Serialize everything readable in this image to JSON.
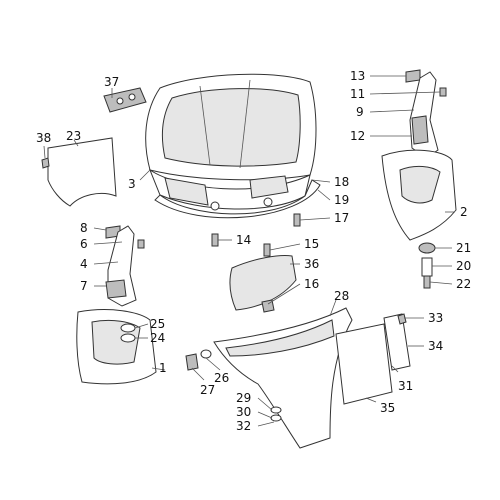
{
  "callouts": [
    {
      "id": "1",
      "label": "1"
    },
    {
      "id": "2",
      "label": "2"
    },
    {
      "id": "3",
      "label": "3"
    },
    {
      "id": "4",
      "label": "4"
    },
    {
      "id": "6",
      "label": "6"
    },
    {
      "id": "7",
      "label": "7"
    },
    {
      "id": "8",
      "label": "8"
    },
    {
      "id": "9",
      "label": "9"
    },
    {
      "id": "11",
      "label": "11"
    },
    {
      "id": "12",
      "label": "12"
    },
    {
      "id": "13",
      "label": "13"
    },
    {
      "id": "14",
      "label": "14"
    },
    {
      "id": "15",
      "label": "15"
    },
    {
      "id": "16",
      "label": "16"
    },
    {
      "id": "17",
      "label": "17"
    },
    {
      "id": "18",
      "label": "18"
    },
    {
      "id": "19",
      "label": "19"
    },
    {
      "id": "20",
      "label": "20"
    },
    {
      "id": "21",
      "label": "21"
    },
    {
      "id": "22",
      "label": "22"
    },
    {
      "id": "23",
      "label": "23"
    },
    {
      "id": "24",
      "label": "24"
    },
    {
      "id": "25",
      "label": "25"
    },
    {
      "id": "26",
      "label": "26"
    },
    {
      "id": "27",
      "label": "27"
    },
    {
      "id": "28",
      "label": "28"
    },
    {
      "id": "29",
      "label": "29"
    },
    {
      "id": "30",
      "label": "30"
    },
    {
      "id": "31",
      "label": "31"
    },
    {
      "id": "32",
      "label": "32"
    },
    {
      "id": "33",
      "label": "33"
    },
    {
      "id": "34",
      "label": "34"
    },
    {
      "id": "35",
      "label": "35"
    },
    {
      "id": "36",
      "label": "36"
    },
    {
      "id": "37",
      "label": "37"
    },
    {
      "id": "38",
      "label": "38"
    }
  ],
  "colors": {
    "line": "#333333",
    "fill": "#e6e6e6",
    "shade": "#bdbdbd",
    "background": "#ffffff"
  }
}
